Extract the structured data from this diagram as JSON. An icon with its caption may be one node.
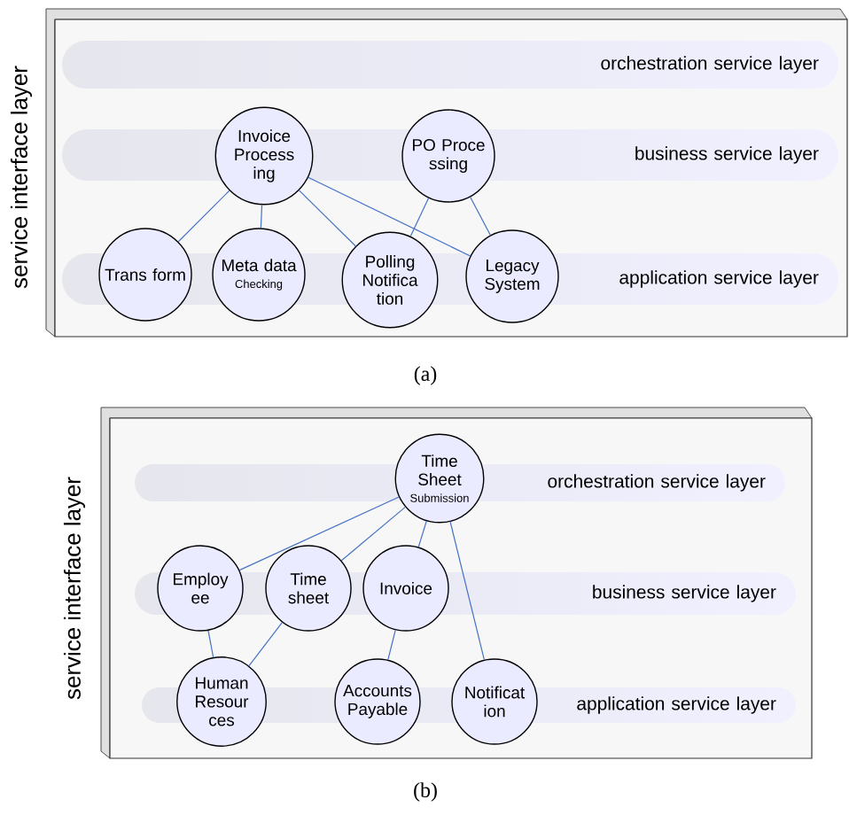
{
  "diagram": {
    "nodes": [
      {
        "text": [
          "service interface layer"
        ]
      },
      {
        "text": [
          "orchestration service layer"
        ],
        "in": 0
      },
      {
        "text": [
          "business service layer"
        ],
        "in": 0
      },
      {
        "text": [
          "application service layer"
        ],
        "in": 0
      },
      {
        "text": [
          "Invoice Process ing"
        ],
        "in": 0
      },
      {
        "text": [
          "PO Proce ssing"
        ],
        "in": 0
      },
      {
        "text": [
          "Trans form"
        ],
        "in": 0
      },
      {
        "text": [
          "Meta data",
          "Checking"
        ],
        "in": 0
      },
      {
        "text": [
          "Polling Notifica tion"
        ],
        "in": 0
      },
      {
        "text": [
          "Legacy System"
        ],
        "in": 0
      },
      {
        "text": [
          "service interface layer"
        ]
      },
      {
        "text": [
          "orchestration service layer"
        ],
        "in": 10
      },
      {
        "text": [
          "business service layer"
        ],
        "in": 10
      },
      {
        "text": [
          "application service layer"
        ],
        "in": 10
      },
      {
        "text": [
          "Time Sheet",
          "Submission"
        ],
        "in": 10
      },
      {
        "text": [
          "Employ ee"
        ],
        "in": 10
      },
      {
        "text": [
          "Time sheet"
        ],
        "in": 10
      },
      {
        "text": [
          "Invoice"
        ],
        "in": 10
      },
      {
        "text": [
          "Human Resour ces"
        ],
        "in": 10
      },
      {
        "text": [
          "Accounts Payable"
        ],
        "in": 10
      },
      {
        "text": [
          "Notificat ion"
        ],
        "in": 10
      }
    ],
    "edges": [
      {
        "from": 4,
        "to": 6,
        "arrow": "none"
      },
      {
        "from": 4,
        "to": 7,
        "arrow": "none"
      },
      {
        "from": 4,
        "to": 8,
        "arrow": "none"
      },
      {
        "from": 4,
        "to": 9,
        "arrow": "none"
      },
      {
        "from": 5,
        "to": 8,
        "arrow": "none"
      },
      {
        "from": 5,
        "to": 9,
        "arrow": "none"
      },
      {
        "from": 14,
        "to": 15,
        "arrow": "none"
      },
      {
        "from": 14,
        "to": 16,
        "arrow": "none"
      },
      {
        "from": 14,
        "to": 17,
        "arrow": "none"
      },
      {
        "from": 14,
        "to": 20,
        "arrow": "none"
      },
      {
        "from": 15,
        "to": 18,
        "arrow": "none"
      },
      {
        "from": 16,
        "to": 18,
        "arrow": "none"
      },
      {
        "from": 17,
        "to": 19,
        "arrow": "none"
      }
    ],
    "labels": [
      "(a)",
      "(b)"
    ]
  }
}
